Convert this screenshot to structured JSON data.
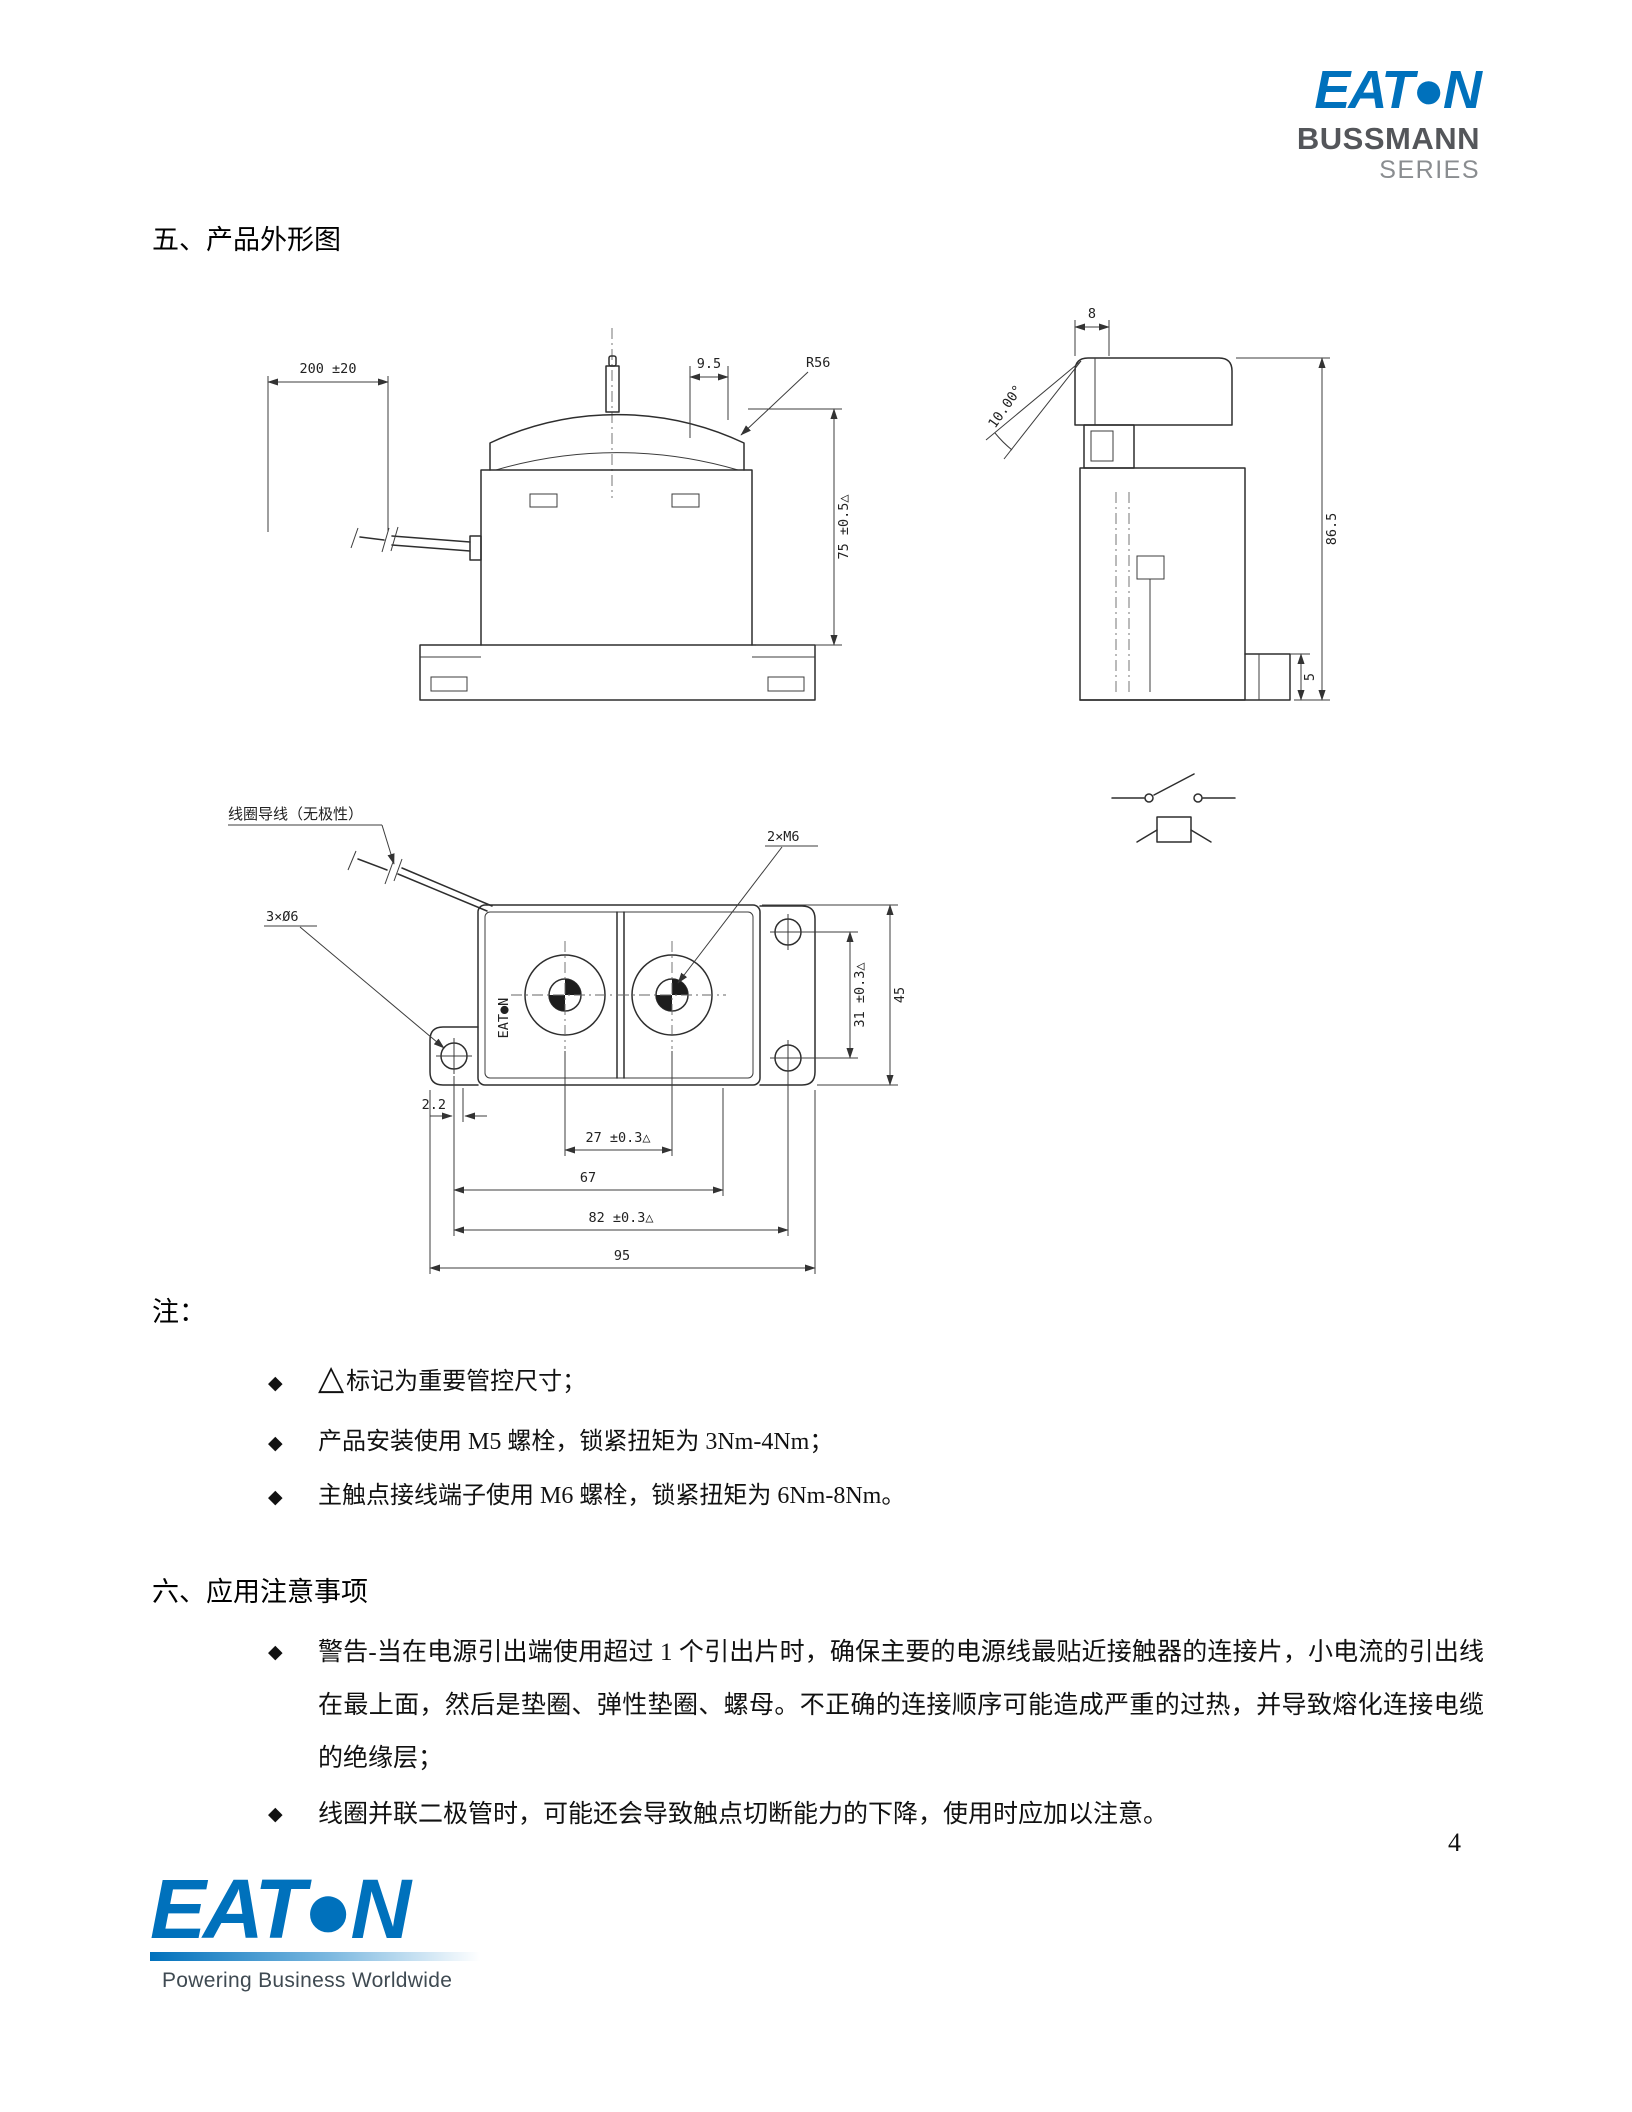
{
  "header": {
    "logo_text": "EAT●N",
    "series_line1": "BUSSMANN",
    "series_line2": "SERIES"
  },
  "sections": {
    "outline_title": "五、产品外形图",
    "notes_title": "注：",
    "application_title": "六、应用注意事项"
  },
  "glyphs": {
    "diamond": "◆"
  },
  "drawing": {
    "front": {
      "dim_wire": "200 ±20",
      "dim_offset": "9.5",
      "dim_radius": "R56",
      "dim_height": "75 ±0.5△"
    },
    "side": {
      "dim_tab": "8",
      "dim_angle": "10.00°",
      "dim_height": "86.5",
      "dim_base": "5"
    },
    "top": {
      "label_coil": "线圈导线（无极性）",
      "label_m6": "2×M6",
      "label_holes": "3×Ø6",
      "logo_small": "EAT●N",
      "dim_31": "31 ±0.3△",
      "dim_45": "45",
      "dim_2_2": "2.2",
      "dim_27": "27 ±0.3△",
      "dim_67": "67",
      "dim_82": "82 ±0.3△",
      "dim_95": "95"
    }
  },
  "notes": {
    "triangle": "△",
    "items": [
      "标记为重要管控尺寸；",
      "产品安装使用 M5 螺栓，锁紧扭矩为 3Nm-4Nm；",
      "主触点接线端子使用 M6 螺栓，锁紧扭矩为 6Nm-8Nm。"
    ]
  },
  "application": {
    "items": [
      "警告-当在电源引出端使用超过 1 个引出片时，确保主要的电源线最贴近接触器的连接片，小电流的引出线在最上面，然后是垫圈、弹性垫圈、螺母。不正确的连接顺序可能造成严重的过热，并导致熔化连接电缆的绝缘层；",
      "线圈并联二极管时，可能还会导致触点切断能力的下降，使用时应加以注意。"
    ]
  },
  "footer": {
    "logo_text": "EAT●N",
    "tagline": "Powering Business Worldwide",
    "page_number": "4"
  }
}
